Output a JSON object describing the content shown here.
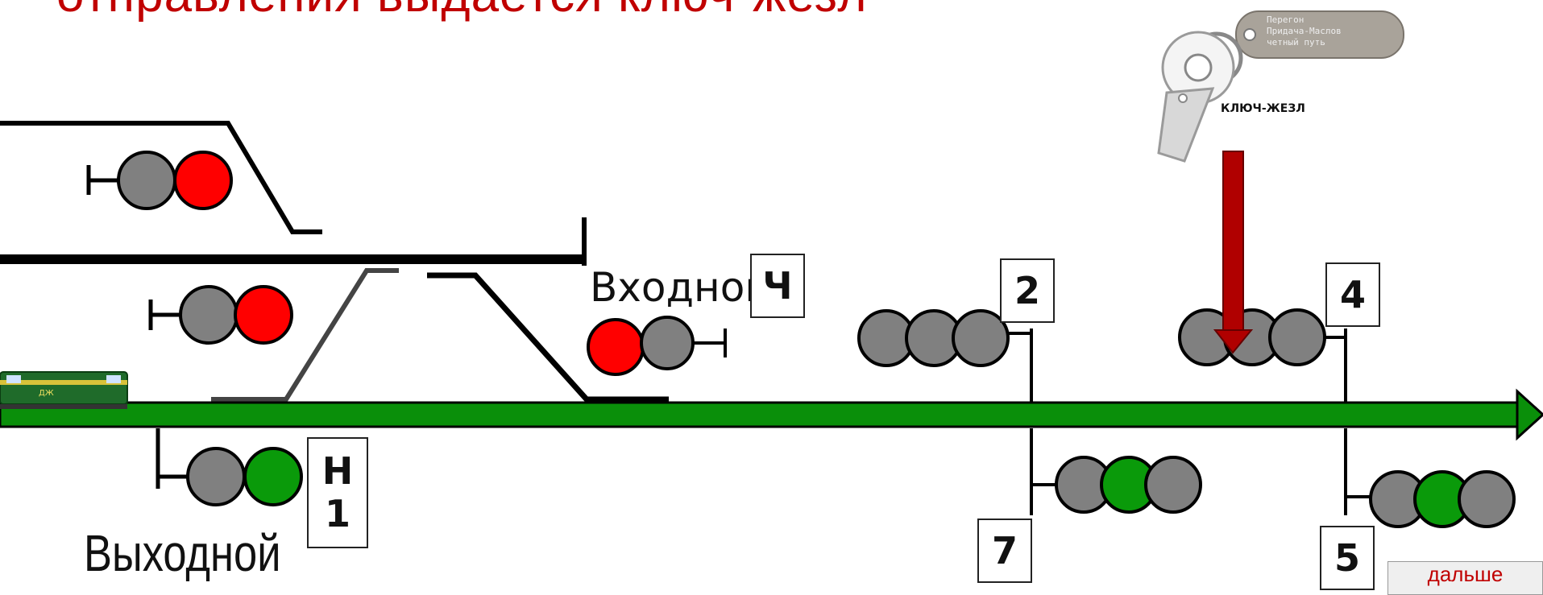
{
  "title": "отправления выдается ключ-жезл",
  "key": {
    "caption": "КЛЮЧ-ЖЕЗЛ",
    "tag_text": [
      "Перегон",
      "Придача-Маслов",
      "четный путь"
    ]
  },
  "locomotive_marking": "ДЖ",
  "signals": {
    "entrance_label": "Входной",
    "exit_label": "Выходной",
    "ch": "Ч",
    "n1": [
      "Н",
      "1"
    ],
    "s2": "2",
    "s4": "4",
    "s5": "5",
    "s7": "7"
  },
  "next_button": "дальше",
  "colors": {
    "title": "#c00000",
    "track": "#0a8f0a",
    "red_lamp": "#ff0000",
    "green_lamp": "#0a9a0a",
    "gray_lamp": "#808080",
    "arrow": "#b00000"
  },
  "lamp_states": {
    "upper_track_signal": [
      "gray",
      "red"
    ],
    "middle_track_signal": [
      "gray",
      "red"
    ],
    "entrance_ch": [
      "red",
      "gray"
    ],
    "exit_n1": [
      "gray",
      "green"
    ],
    "block_2": [
      "gray",
      "gray",
      "gray"
    ],
    "block_4": [
      "gray",
      "gray",
      "gray"
    ],
    "block_7": [
      "gray",
      "green",
      "gray"
    ],
    "block_5": [
      "gray",
      "green",
      "gray"
    ]
  }
}
